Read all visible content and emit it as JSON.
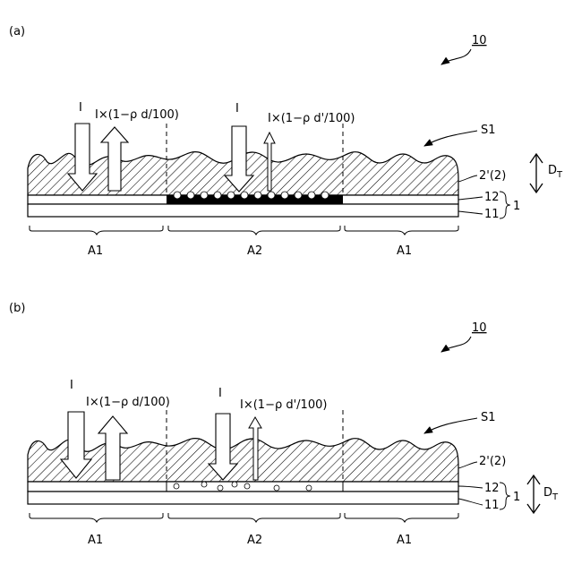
{
  "panels": [
    {
      "panel_label": "(a)",
      "ref_number": "10",
      "surface_label": "S1",
      "incident_label_left": "I",
      "reflect_label_left": "I×(1−ρ d/100)",
      "incident_label_right": "I",
      "reflect_label_right": "I×(1−ρ d'/100)",
      "layer_2_label": "2'(2)",
      "layer_12_label": "12",
      "layer_11_label": "11",
      "group_label": "1",
      "thickness_label": "D",
      "thickness_sub": "T",
      "region_left": "A1",
      "region_center": "A2",
      "region_right": "A1"
    },
    {
      "panel_label": "(b)",
      "ref_number": "10",
      "surface_label": "S1",
      "incident_label_left": "I",
      "reflect_label_left": "I×(1−ρ d/100)",
      "incident_label_right": "I",
      "reflect_label_right": "I×(1−ρ d'/100)",
      "layer_2_label": "2'(2)",
      "layer_12_label": "12",
      "layer_11_label": "11",
      "group_label": "1",
      "thickness_label": "D",
      "thickness_sub": "T",
      "region_left": "A1",
      "region_center": "A2",
      "region_right": "A1"
    }
  ]
}
